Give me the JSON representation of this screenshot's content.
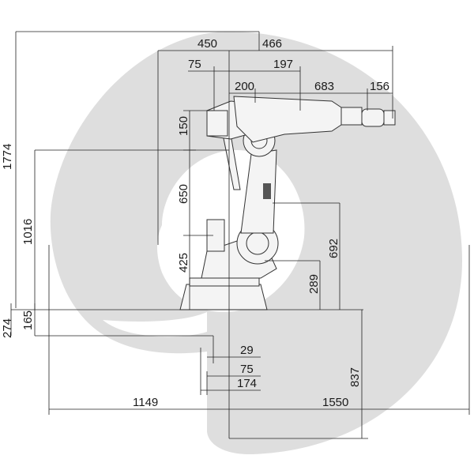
{
  "colors": {
    "envelope": "#dedede",
    "line": "#222222",
    "background": "#ffffff"
  },
  "dimensions": {
    "top_450": "450",
    "top_466": "466",
    "top_75": "75",
    "top_197": "197",
    "top_200": "200",
    "top_683": "683",
    "top_156": "156",
    "left_1774": "1774",
    "left_1016": "1016",
    "left_274": "274",
    "left_165": "165",
    "mid_150": "150",
    "mid_650": "650",
    "mid_425": "425",
    "right_692": "692",
    "right_289": "289",
    "right_837": "837",
    "bottom_29": "29",
    "bottom_75": "75",
    "bottom_174": "174",
    "bottom_1149": "1149",
    "bottom_1550": "1550"
  }
}
